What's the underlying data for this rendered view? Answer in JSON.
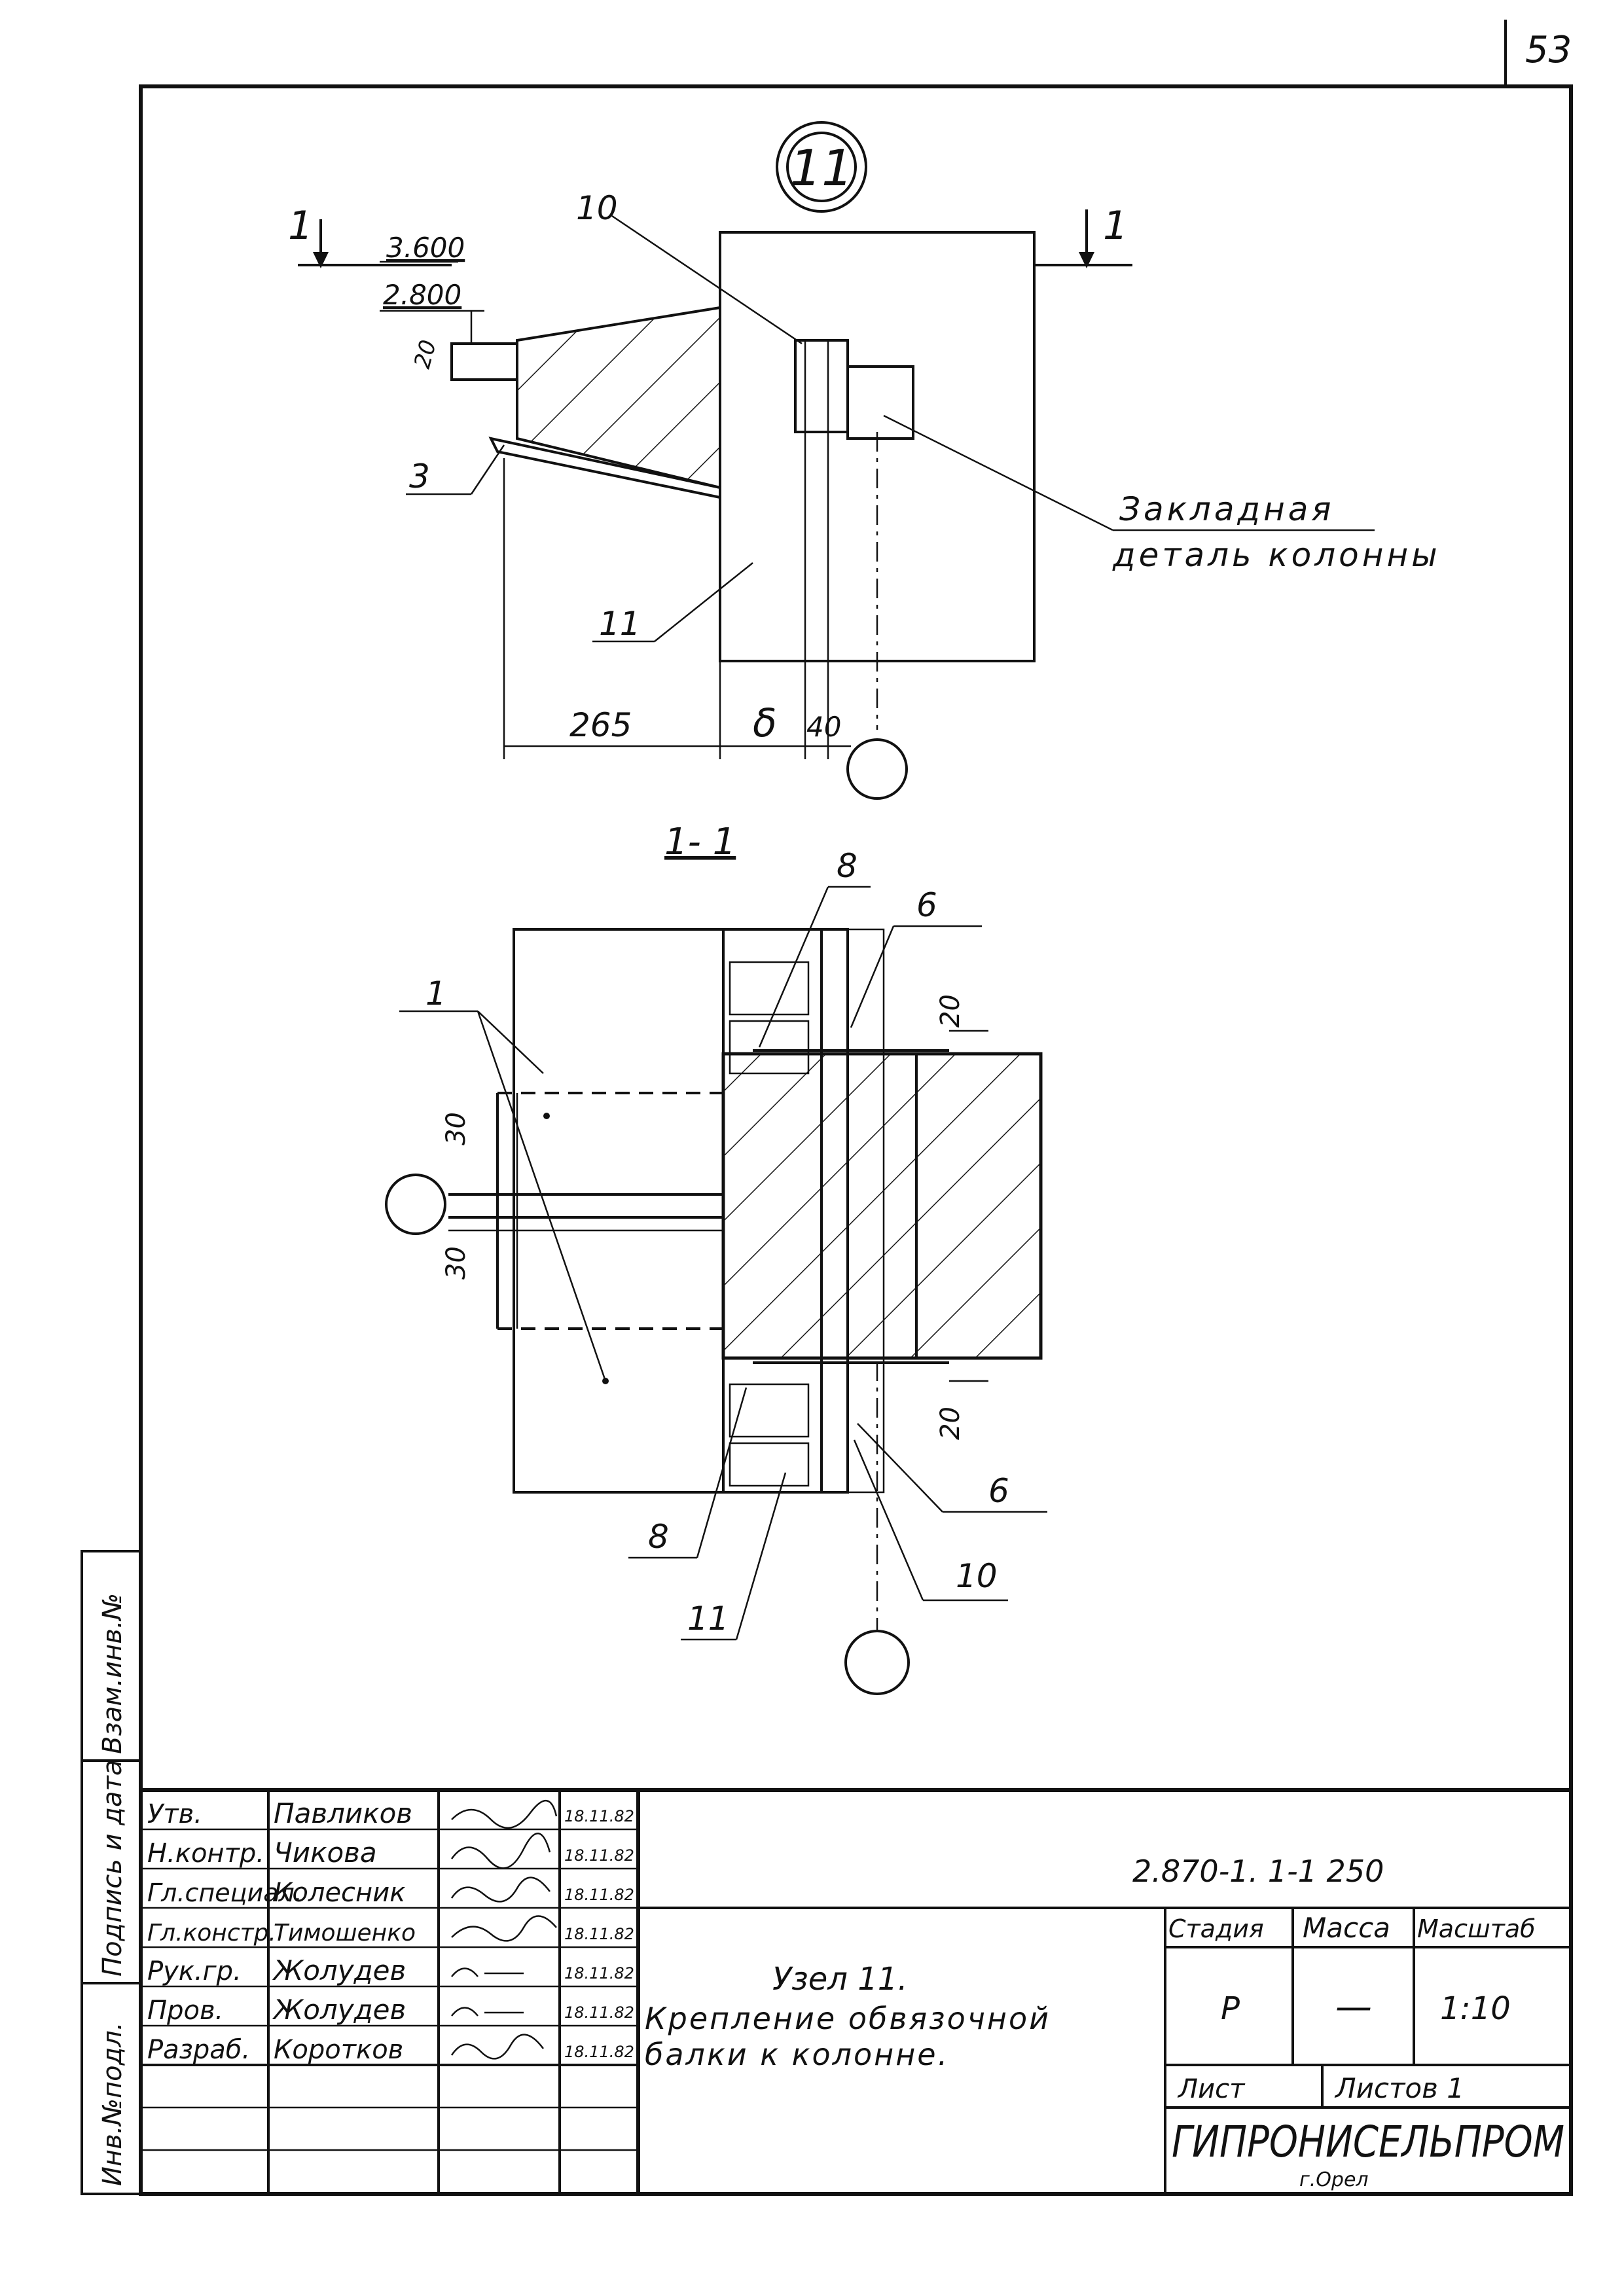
{
  "page_number": "53",
  "node": {
    "number": "11",
    "marks": {
      "m10": "10",
      "m1": "1",
      "m3": "3",
      "m11": "11",
      "m8": "8",
      "m6": "6",
      "m1b": "1"
    },
    "elev_top": "3.600",
    "elev_bottom": "2.800",
    "small_dim": "20",
    "callout": [
      "Закладная",
      "деталь колонны"
    ],
    "dims": [
      "265",
      "δ",
      "40"
    ]
  },
  "section": {
    "label": "1- 1",
    "dims_left": [
      "30",
      "30"
    ],
    "dims_right": [
      "20",
      "20"
    ]
  },
  "margin_stamp": [
    "Взам.инв.№",
    "Подпись и дата",
    "Инв.№подл."
  ],
  "title_block": {
    "rows": [
      {
        "role": "Утв.",
        "name": "Павликов",
        "date": "18.11.82"
      },
      {
        "role": "Н.контр.",
        "name": "Чикова",
        "date": "18.11.82"
      },
      {
        "role": "Гл.специал.",
        "name": "Колесник",
        "date": "18.11.82"
      },
      {
        "role": "Гл.констр.",
        "name": "Тимошенко",
        "date": "18.11.82"
      },
      {
        "role": "Рук.гр.",
        "name": "Жолудев",
        "date": "18.11.82"
      },
      {
        "role": "Пров.",
        "name": "Жолудев",
        "date": "18.11.82"
      },
      {
        "role": "Разраб.",
        "name": "Коротков",
        "date": "18.11.82"
      }
    ],
    "doc_code": "2.870-1. 1-1 250",
    "title_lines": [
      "Узел 11.",
      "Крепление обвязочной",
      "балки к колонне."
    ],
    "stage_label": "Стадия",
    "mass_label": "Масса",
    "scale_label": "Масштаб",
    "stage_value": "Р",
    "mass_value": "—",
    "scale_value": "1:10",
    "sheet_label": "Лист",
    "sheets_label": "Листов 1",
    "org_name": "ГИПРОНИСЕЛЬПРОМ",
    "org_city": "г.Орел"
  }
}
